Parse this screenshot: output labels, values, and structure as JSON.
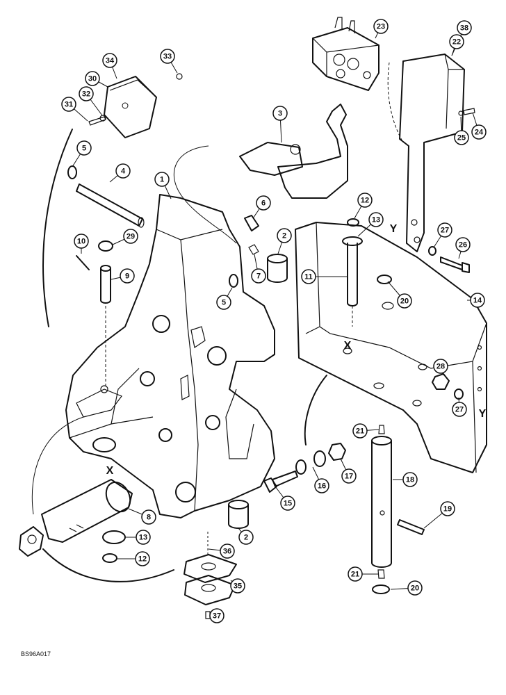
{
  "diagram_code": "BS96A017",
  "alignment_marks": [
    "X",
    "X",
    "Y",
    "Y"
  ],
  "callouts": [
    "1",
    "2",
    "2",
    "3",
    "4",
    "5",
    "5",
    "6",
    "7",
    "8",
    "9",
    "10",
    "11",
    "12",
    "12",
    "13",
    "13",
    "14",
    "15",
    "16",
    "17",
    "18",
    "19",
    "20",
    "20",
    "21",
    "21",
    "22",
    "23",
    "24",
    "25",
    "26",
    "27",
    "27",
    "28",
    "29",
    "30",
    "31",
    "32",
    "33",
    "34",
    "35",
    "36",
    "37",
    "38"
  ]
}
